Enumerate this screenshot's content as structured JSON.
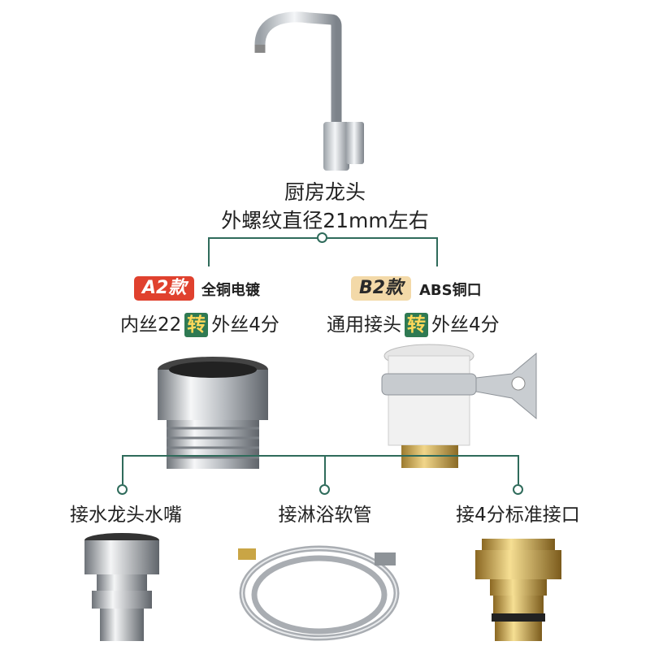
{
  "header": {
    "title_line1": "厨房龙头",
    "title_line2": "外螺纹直径21mm左右"
  },
  "variants": [
    {
      "badge": "A2款",
      "desc": "全铜电镀",
      "spec_left": "内丝22",
      "spec_mid": "转",
      "spec_right": "外丝4分",
      "badge_color": "#e0412e"
    },
    {
      "badge": "B2款",
      "desc": "ABS铜口",
      "spec_left": "通用接头",
      "spec_mid": "转",
      "spec_right": "外丝4分",
      "badge_color": "#f3d9a8"
    }
  ],
  "connections": [
    {
      "label": "接水龙头水嘴",
      "icon": "quick-connector-icon"
    },
    {
      "label": "接淋浴软管",
      "icon": "shower-hose-icon"
    },
    {
      "label": "接4分标准接口",
      "icon": "brass-hose-connector-icon"
    }
  ],
  "colors": {
    "line": "#2f6b5b",
    "accent_red": "#e0412e",
    "accent_beige": "#f3d9a8",
    "highlight_green": "#2f7a53",
    "highlight_yellow": "#ffd85a"
  }
}
